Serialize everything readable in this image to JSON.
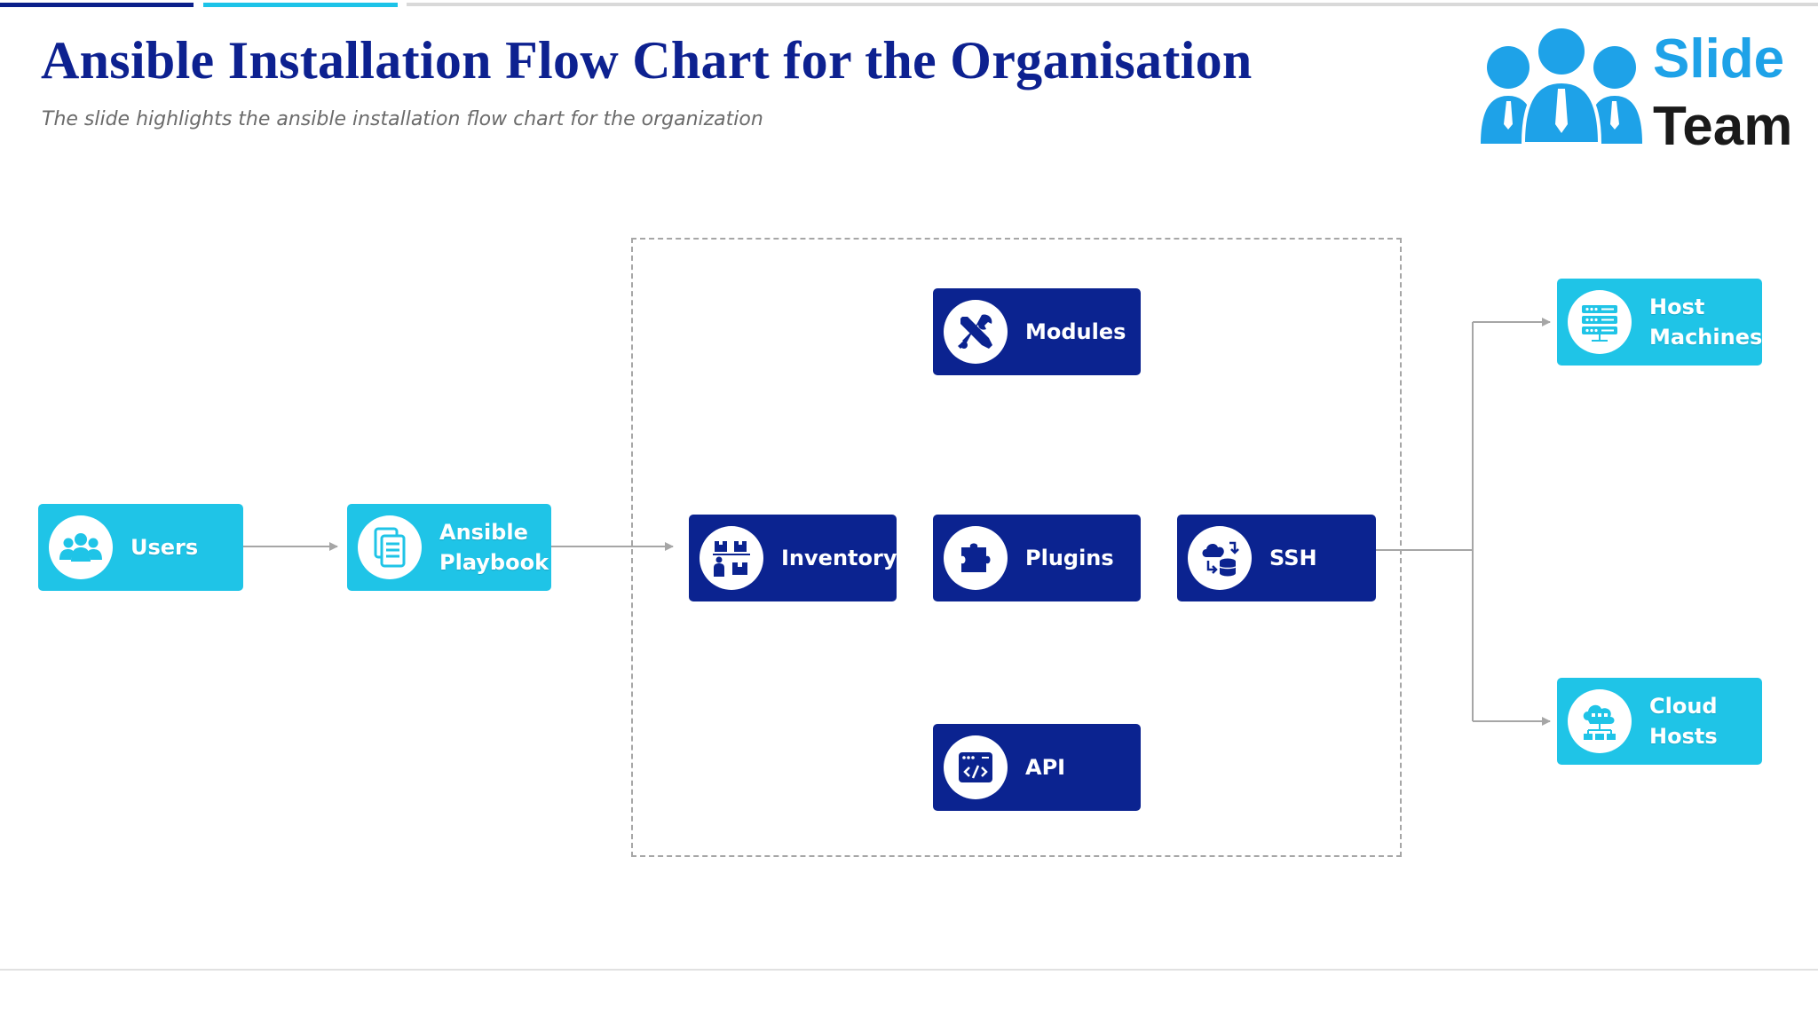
{
  "slide": {
    "title": "Ansible Installation Flow Chart for the Organisation",
    "subtitle": "The slide highlights the ansible installation flow chart for the organization"
  },
  "logo": {
    "word1": "Slide",
    "word2": "Team",
    "icon": "team-people-icon"
  },
  "nodes": {
    "users": {
      "label": "Users",
      "icon": "users-icon"
    },
    "playbook": {
      "line1": "Ansible",
      "line2": "Playbook",
      "icon": "document-icon"
    },
    "inventory": {
      "label": "Inventory",
      "icon": "inventory-icon"
    },
    "modules": {
      "label": "Modules",
      "icon": "tools-icon"
    },
    "plugins": {
      "label": "Plugins",
      "icon": "puzzle-icon"
    },
    "api": {
      "label": "API",
      "icon": "code-window-icon"
    },
    "ssh": {
      "label": "SSH",
      "icon": "cloud-database-icon"
    },
    "host": {
      "line1": "Host",
      "line2": "Machines",
      "icon": "server-icon"
    },
    "cloud": {
      "line1": "Cloud",
      "line2": "Hosts",
      "icon": "cloud-network-icon"
    }
  },
  "colors": {
    "dark_box": "#0b2390",
    "light_box": "#1fc4e7",
    "title": "#0d2190",
    "connector": "#a6a6a6"
  }
}
